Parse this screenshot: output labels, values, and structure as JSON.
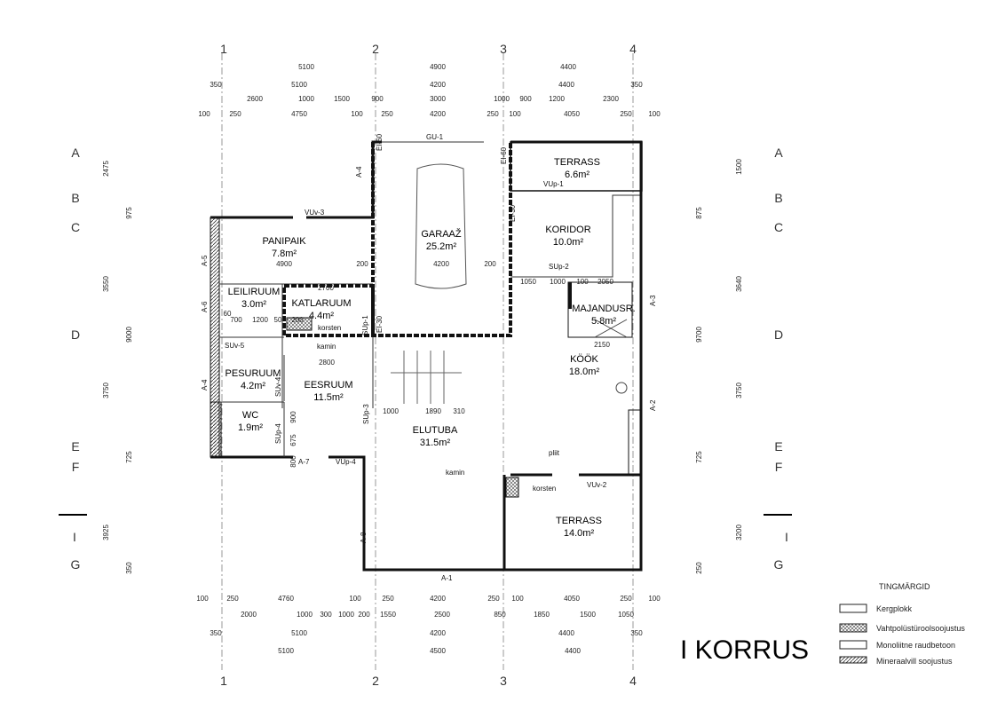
{
  "title": "I KORRUS",
  "axes": {
    "columns": [
      "1",
      "2",
      "3",
      "4"
    ],
    "rows": [
      "A",
      "B",
      "C",
      "D",
      "E",
      "F",
      "G"
    ],
    "section": "I"
  },
  "rooms": [
    {
      "name": "PANIPAIK",
      "area": "7.8m²"
    },
    {
      "name": "LEILIRUUM",
      "area": "3.0m²"
    },
    {
      "name": "KATLARUUM",
      "area": "4.4m²"
    },
    {
      "name": "PESURUUM",
      "area": "4.2m²"
    },
    {
      "name": "EESRUUM",
      "area": "11.5m²"
    },
    {
      "name": "WC",
      "area": "1.9m²"
    },
    {
      "name": "GARAAŽ",
      "area": "25.2m²"
    },
    {
      "name": "ELUTUBA",
      "area": "31.5m²"
    },
    {
      "name": "TERRASS",
      "area": "6.6m²"
    },
    {
      "name": "KORIDOR",
      "area": "10.0m²"
    },
    {
      "name": "MAJANDUSR.",
      "area": "5.8m²"
    },
    {
      "name": "KÖÖK",
      "area": "18.0m²"
    },
    {
      "name": "TERRASS",
      "area": "14.0m²"
    }
  ],
  "annotations": [
    "VUv-3",
    "SUv-5",
    "SUv-4",
    "SUp-4",
    "SUp-3",
    "SUp-1",
    "SUp-2",
    "VUp-1",
    "VUp-4",
    "VUv-2",
    "EI-30",
    "EI-60",
    "EI-60",
    "kamin",
    "kamin",
    "korsten",
    "korsten",
    "pliit",
    "A-4",
    "A-5",
    "A-6",
    "A-4",
    "A-7",
    "A-8",
    "A-1",
    "A-3",
    "A-2",
    "GU-1",
    "EI-30"
  ],
  "dims_top": [
    [
      "5100",
      "4900",
      "4400"
    ],
    [
      "350",
      "5100",
      "4200",
      "4400",
      "350"
    ],
    [
      "2600",
      "1000",
      "1500",
      "900",
      "3000",
      "1000",
      "900",
      "1200",
      "2300"
    ],
    [
      "100",
      "250",
      "4750",
      "100",
      "250",
      "4200",
      "250",
      "100",
      "4050",
      "250",
      "100"
    ]
  ],
  "dims_bottom": [
    [
      "100",
      "250",
      "4760",
      "100",
      "250",
      "4200",
      "250",
      "100",
      "4050",
      "250",
      "100"
    ],
    [
      "2000",
      "1000",
      "300",
      "1000",
      "200",
      "1550",
      "2500",
      "850",
      "1850",
      "1500",
      "1050"
    ],
    [
      "350",
      "5100",
      "4200",
      "4400",
      "350"
    ],
    [
      "5100",
      "4500",
      "4400"
    ]
  ],
  "dims_inner": [
    "4900",
    "200",
    "4200",
    "200",
    "2700",
    "700",
    "1200",
    "50",
    "200",
    "2800",
    "900",
    "675",
    "800",
    "1000",
    "1890",
    "310",
    "1050",
    "1000",
    "100",
    "2050",
    "2150",
    "60"
  ],
  "dims_left": [
    "2475",
    "975",
    "3550",
    "9000",
    "3750",
    "725",
    "3925",
    "350"
  ],
  "dims_right": [
    "1500",
    "875",
    "3640",
    "9700",
    "3750",
    "725",
    "3200",
    "250"
  ],
  "legend": {
    "title": "TINGMÄRGID",
    "items": [
      "Kergplokk",
      "Vahtpolüstüroolsoojustus",
      "Monoliitne raudbetoon",
      "Mineraalvill soojustus"
    ]
  }
}
